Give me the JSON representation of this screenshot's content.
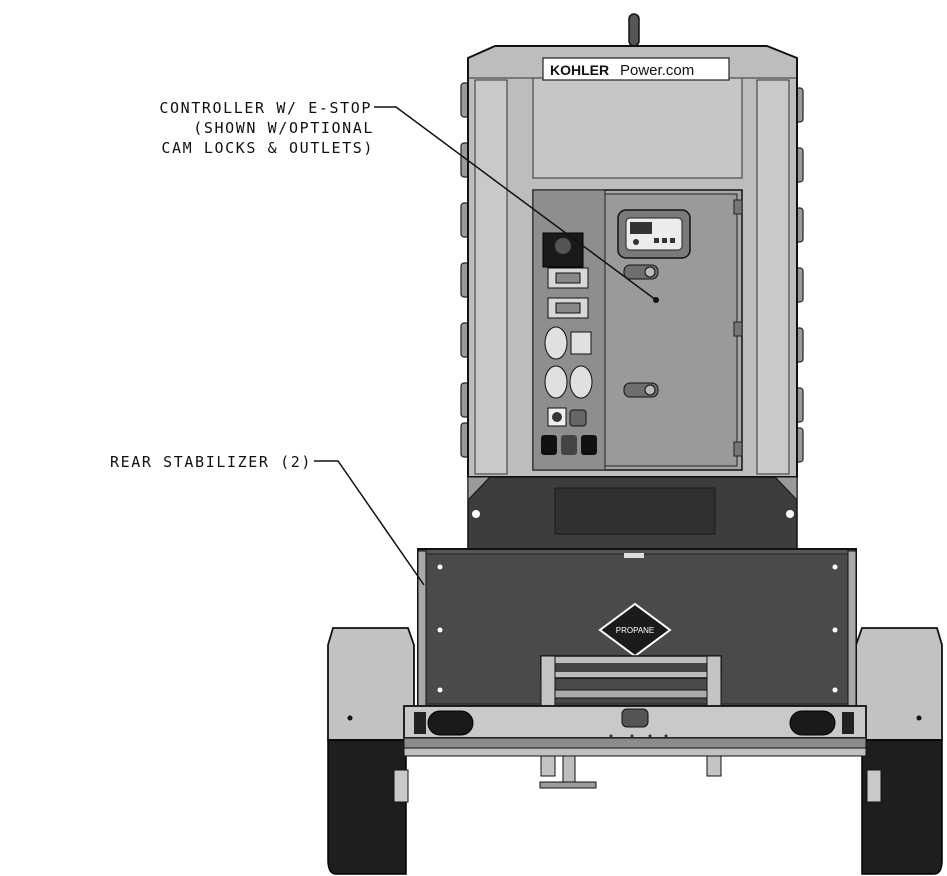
{
  "callouts": {
    "controller": {
      "lines": [
        "CONTROLLER W/ E-STOP",
        "(SHOWN W/OPTIONAL",
        "CAM LOCKS & OUTLETS)"
      ]
    },
    "stabilizer": {
      "lines": [
        "REAR STABILIZER (2)"
      ]
    }
  },
  "brand": {
    "name": "KOHLER",
    "suffix": "Power.com"
  },
  "fuel_decal": {
    "label": "PROPANE"
  },
  "colors": {
    "enclosure": "#bdbdbd",
    "panel": "#8e8e8e",
    "dark_metal": "#3d3d3d",
    "tire": "#1e1e1e",
    "line": "#111111"
  }
}
